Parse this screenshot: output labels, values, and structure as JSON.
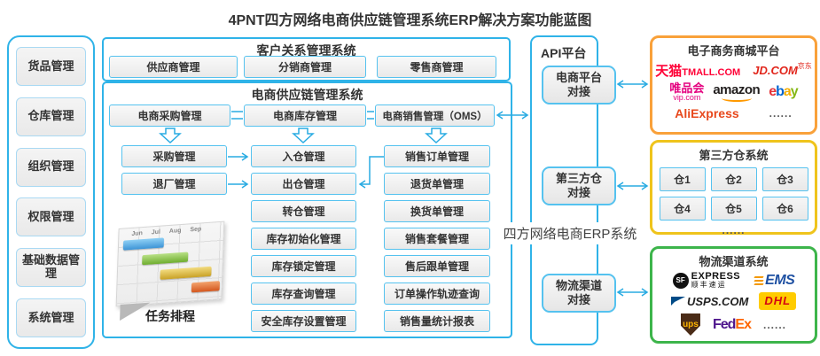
{
  "title": "4PNT四方网络电商供应链管理系统ERP解决方案功能蓝图",
  "colors": {
    "accent_cyan": "#2FB3E8",
    "box_border_cyan": "#55C2EF",
    "mall_panel_orange": "#F9A13A",
    "warehouse_panel_yellow": "#EFC41C",
    "logistics_panel_green": "#3DB54B"
  },
  "sidebar": {
    "items": [
      {
        "label": "货品管理"
      },
      {
        "label": "仓库管理"
      },
      {
        "label": "组织管理"
      },
      {
        "label": "权限管理"
      },
      {
        "label": "基础数据管理"
      },
      {
        "label": "系统管理"
      }
    ]
  },
  "crm": {
    "title": "客户关系管理系统",
    "items": [
      {
        "label": "供应商管理"
      },
      {
        "label": "分销商管理"
      },
      {
        "label": "零售商管理"
      }
    ]
  },
  "scm": {
    "title": "电商供应链管理系统",
    "top": [
      {
        "label": "电商采购管理"
      },
      {
        "label": "电商库存管理"
      },
      {
        "label": "电商销售管理（OMS）"
      }
    ],
    "purchase_col": [
      {
        "label": "采购管理"
      },
      {
        "label": "退厂管理"
      }
    ],
    "warehouse_col": [
      {
        "label": "入仓管理"
      },
      {
        "label": "出仓管理"
      },
      {
        "label": "转仓管理"
      },
      {
        "label": "库存初始化管理"
      },
      {
        "label": "库存锁定管理"
      },
      {
        "label": "库存查询管理"
      },
      {
        "label": "安全库存设置管理"
      }
    ],
    "sales_col": [
      {
        "label": "销售订单管理"
      },
      {
        "label": "退货单管理"
      },
      {
        "label": "换货单管理"
      },
      {
        "label": "销售套餐管理"
      },
      {
        "label": "售后跟单管理"
      },
      {
        "label": "订单操作轨迹查询"
      },
      {
        "label": "销售量统计报表"
      }
    ],
    "scheduler": {
      "label": "任务排程",
      "months": [
        "Jun",
        "Jul",
        "Aug",
        "Sep"
      ]
    }
  },
  "api": {
    "title": "API平台",
    "connectors": [
      {
        "line1": "电商平台",
        "line2": "对接"
      },
      {
        "line1": "第三方仓",
        "line2": "对接"
      },
      {
        "line1": "物流渠道",
        "line2": "对接"
      }
    ]
  },
  "erp_label": "四方网络电商ERP系统",
  "panels": {
    "mall": {
      "title": "电子商务商城平台",
      "logos": {
        "tmall_cn": "天猫",
        "tmall_en": "TMALL.COM",
        "jd": "JD.COM",
        "jd_cn": "京东",
        "vip_cn": "唯品会",
        "vip_en": "vip.com",
        "amazon": "amazon",
        "ebay_e": "e",
        "ebay_b": "b",
        "ebay_a": "a",
        "ebay_y": "y",
        "aliexpress": "AliExpress",
        "more": "......"
      }
    },
    "warehouse": {
      "title": "第三方仓系统",
      "cells": [
        {
          "label": "仓1"
        },
        {
          "label": "仓2"
        },
        {
          "label": "仓3"
        },
        {
          "label": "仓4"
        },
        {
          "label": "仓5"
        },
        {
          "label": "仓6"
        }
      ],
      "more": "......"
    },
    "logistics": {
      "title": "物流渠道系统",
      "logos": {
        "sf_abbr": "SF",
        "sf_express": "EXPRESS",
        "sf_cn": "顺丰速运",
        "ems": "EMS",
        "usps": "USPS.COM",
        "dhl": "DHL",
        "ups": "ups",
        "fedex_fed": "Fed",
        "fedex_ex": "Ex",
        "more": "......"
      }
    }
  }
}
